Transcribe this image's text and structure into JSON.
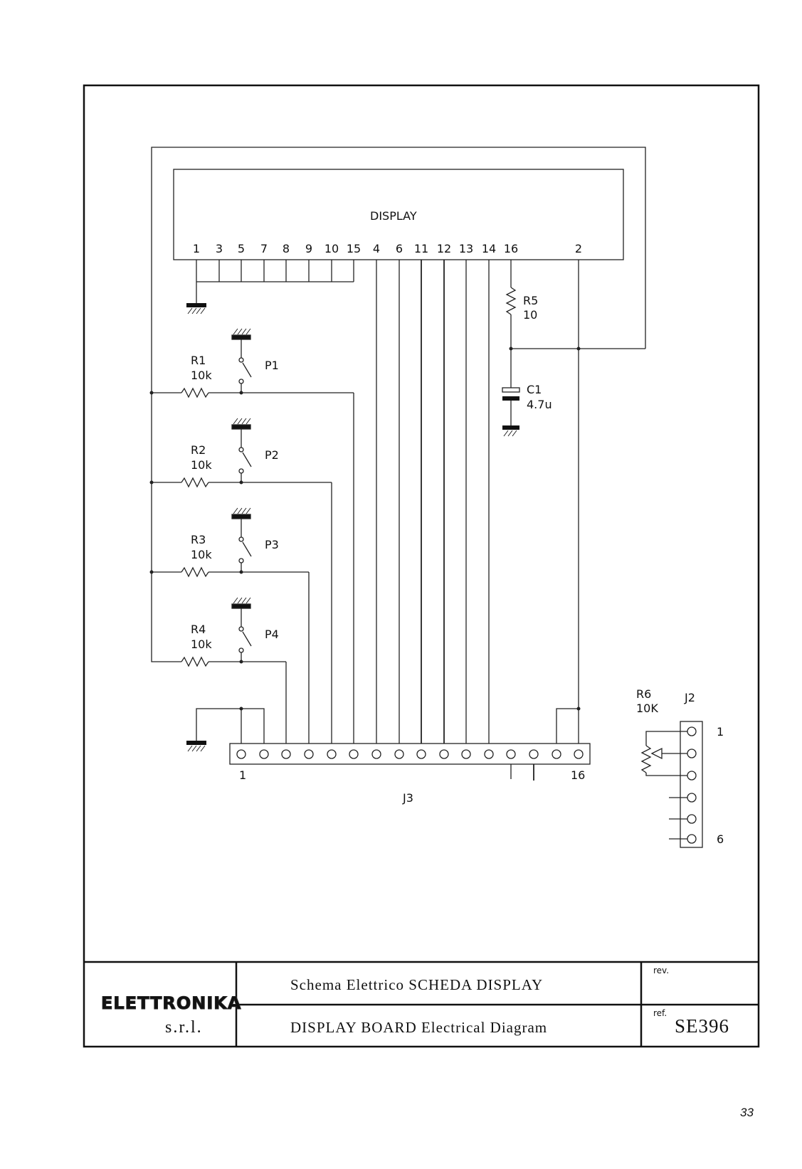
{
  "display": {
    "label": "DISPLAY",
    "pins": [
      "1",
      "3",
      "5",
      "7",
      "8",
      "9",
      "10",
      "15",
      "4",
      "6",
      "11",
      "12",
      "13",
      "14",
      "16",
      "2"
    ]
  },
  "components": {
    "R1": {
      "name": "R1",
      "value": "10k"
    },
    "R2": {
      "name": "R2",
      "value": "10k"
    },
    "R3": {
      "name": "R3",
      "value": "10k"
    },
    "R4": {
      "name": "R4",
      "value": "10k"
    },
    "R5": {
      "name": "R5",
      "value": "10"
    },
    "R6": {
      "name": "R6",
      "value": "10K"
    },
    "C1": {
      "name": "C1",
      "value": "4.7u"
    },
    "P1": "P1",
    "P2": "P2",
    "P3": "P3",
    "P4": "P4"
  },
  "connectors": {
    "J3": {
      "name": "J3",
      "first_pin": "1",
      "last_pin": "16"
    },
    "J2": {
      "name": "J2",
      "first_pin": "1",
      "last_pin": "6"
    }
  },
  "title_block": {
    "company": "ELETTRONIKA",
    "company_suffix": "s.r.l.",
    "title_it": "Schema Elettrico SCHEDA DISPLAY",
    "title_en": "DISPLAY BOARD Electrical Diagram",
    "rev_label": "rev.",
    "ref_label": "ref.",
    "ref_value": "SE396"
  },
  "page_number": "33"
}
